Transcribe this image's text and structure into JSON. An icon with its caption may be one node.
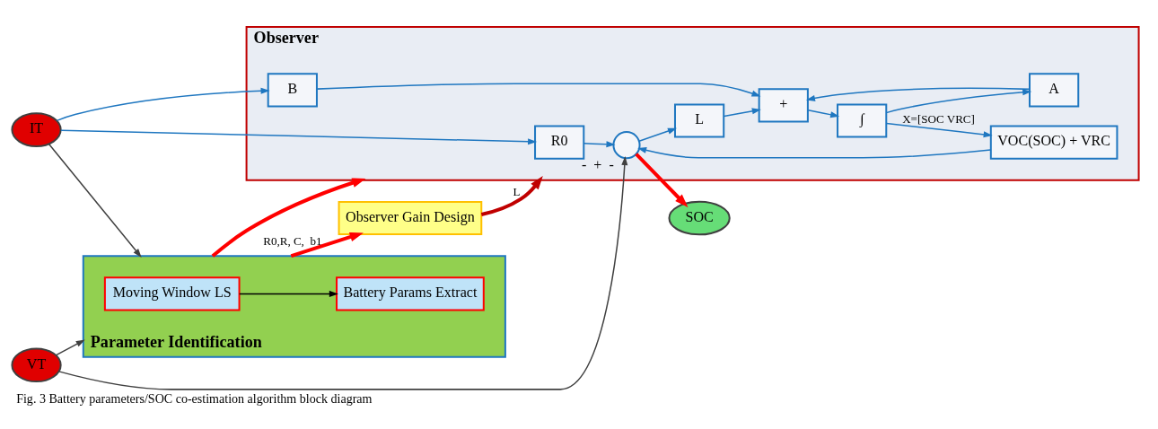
{
  "diagram": {
    "caption": "Fig. 3 Battery parameters/SOC co-estimation algorithm block diagram",
    "nodes": [
      {
        "text": [
          "Observer"
        ]
      },
      {
        "text": [
          "VT"
        ]
      },
      {
        "text": [
          "IT"
        ]
      },
      {
        "text": [
          "R0"
        ],
        "in": 0
      },
      {
        "text": [],
        "shape": "circle",
        "in": 0,
        "beside": [
          "-",
          "+",
          "-"
        ]
      },
      {
        "text": [
          "L"
        ],
        "in": 0
      },
      {
        "text": [
          "B"
        ],
        "in": 0
      },
      {
        "text": [
          "+"
        ],
        "in": 0
      },
      {
        "text": [
          "∫"
        ],
        "in": 0
      },
      {
        "text": [
          "VOC(SOC) + VRC"
        ],
        "in": 0
      },
      {
        "text": [
          "A"
        ],
        "in": 0
      },
      {
        "text": [
          "SOC"
        ]
      },
      {
        "text": [
          "Parameter Identification"
        ]
      },
      {
        "text": [
          "Moving Window LS"
        ],
        "in": 12
      },
      {
        "text": [
          "Battery Params Extract"
        ],
        "in": 12
      },
      {
        "text": [
          "Observer Gain Design"
        ]
      }
    ],
    "edges": [
      {
        "from": 1,
        "to": 4,
        "arrow": "to",
        "color": "#404040"
      },
      {
        "from": 2,
        "to": 3,
        "arrow": "to"
      },
      {
        "from": 3,
        "to": 4,
        "arrow": "to"
      },
      {
        "from": 4,
        "to": 11,
        "arrow": "to",
        "style": "thick",
        "color": "#ff0000"
      },
      {
        "from": 4,
        "to": 5,
        "arrow": "to"
      },
      {
        "from": 2,
        "to": 6,
        "arrow": "to"
      },
      {
        "from": 6,
        "to": 7,
        "arrow": "to"
      },
      {
        "from": 5,
        "to": 7,
        "arrow": "to"
      },
      {
        "from": 7,
        "to": 8,
        "arrow": "to"
      },
      {
        "from": 8,
        "to": 9,
        "arrow": "to",
        "label": "X=[SOC VRC]"
      },
      {
        "from": 8,
        "to": 10,
        "arrow": "to"
      },
      {
        "from": 10,
        "to": 7,
        "arrow": "to"
      },
      {
        "from": 9,
        "to": 4,
        "arrow": "to"
      },
      {
        "from": 1,
        "to": 12,
        "arrow": "to",
        "color": "#404040"
      },
      {
        "from": 2,
        "to": 12,
        "arrow": "to",
        "color": "#404040"
      },
      {
        "from": 13,
        "to": 14,
        "arrow": "to",
        "color": "#000000"
      },
      {
        "from": 12,
        "to": 15,
        "arrow": "to",
        "label": "R0,R, C,  b1",
        "style": "thick",
        "color": "#ff0000"
      },
      {
        "from": 12,
        "to": 0,
        "arrow": "to",
        "style": "thick",
        "color": "#ff0000"
      },
      {
        "from": 15,
        "to": 0,
        "arrow": "to",
        "label": "L",
        "style": "thick",
        "color": "#c00000"
      }
    ]
  }
}
